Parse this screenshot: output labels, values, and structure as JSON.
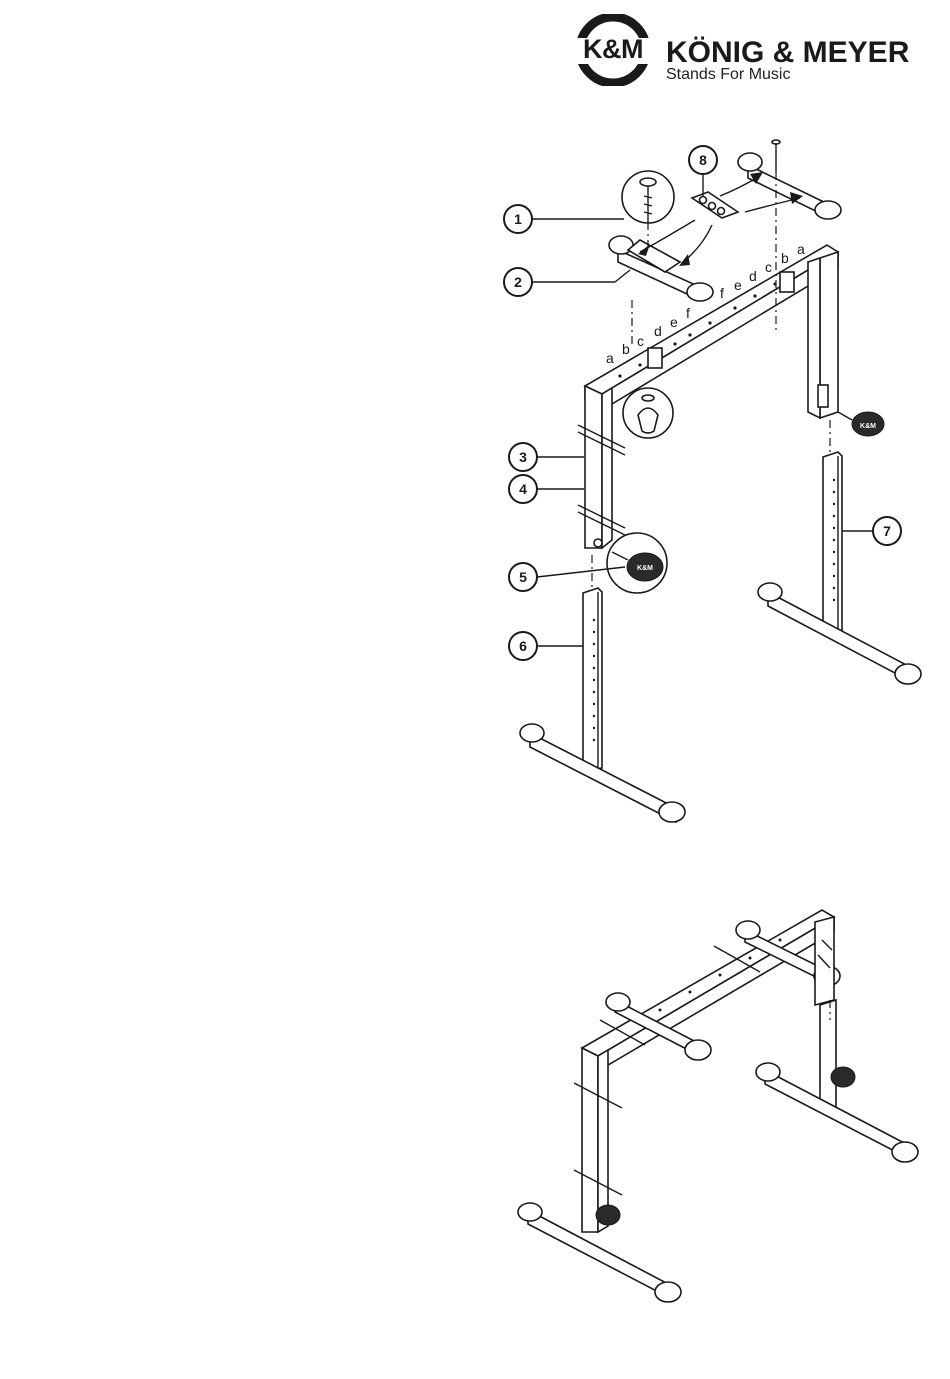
{
  "header": {
    "logo_mark": "K&M",
    "brand_name": "KÖNIG & MEYER",
    "tagline": "Stands For Music"
  },
  "figure1": {
    "callouts": [
      "1",
      "2",
      "3",
      "4",
      "5",
      "6",
      "7",
      "8"
    ],
    "left_bar_letters": [
      "a",
      "b",
      "c",
      "d",
      "e",
      "f"
    ],
    "right_bar_letters": [
      "f",
      "e",
      "d",
      "c",
      "b",
      "a"
    ],
    "knob_label": "K&M"
  },
  "colors": {
    "ink": "#1a1a1a",
    "paper": "#ffffff"
  }
}
